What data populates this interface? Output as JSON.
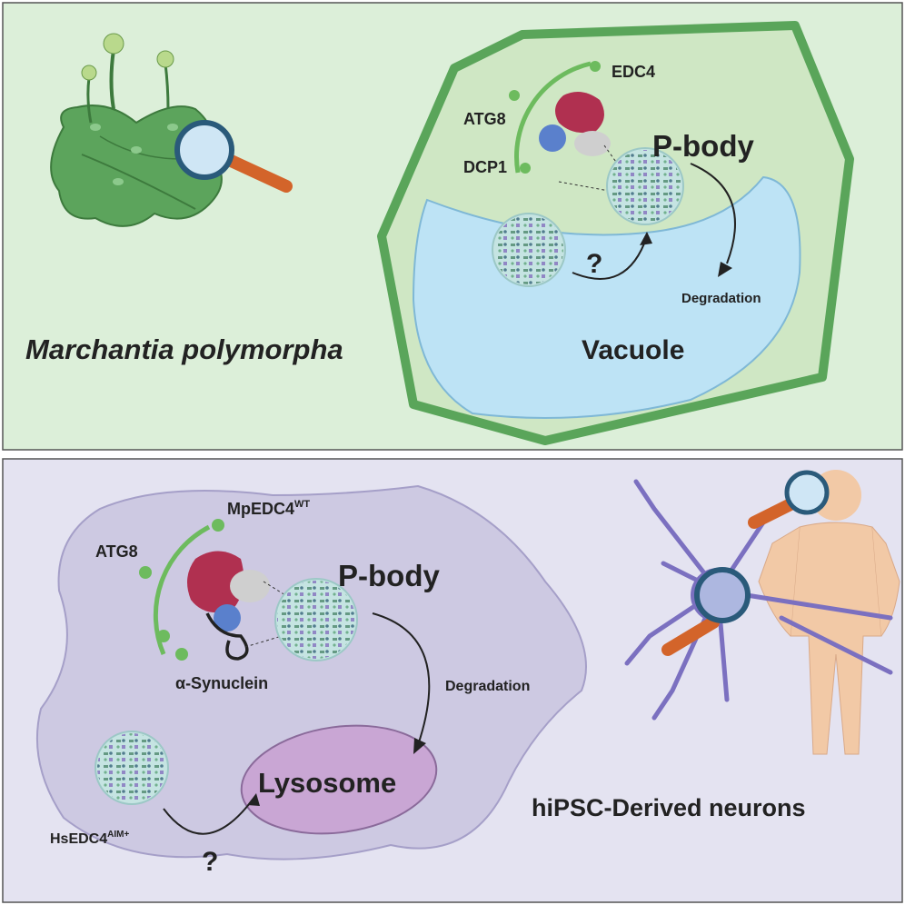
{
  "top_panel": {
    "organism_label": "Marchantia polymorpha",
    "labels": {
      "edc4": "EDC4",
      "atg8": "ATG8",
      "dcp1": "DCP1",
      "pbody": "P-body",
      "question": "?",
      "degradation": "Degradation",
      "vacuole": "Vacuole"
    }
  },
  "bottom_panel": {
    "labels": {
      "mpedc4_base": "MpEDC4",
      "mpedc4_sup": "WT",
      "atg8": "ATG8",
      "pbody": "P-body",
      "synuclein": "α-Synuclein",
      "degradation": "Degradation",
      "lysosome": "Lysosome",
      "hsedc4_base": "HsEDC4",
      "hsedc4_sup": "AIM+",
      "question": "?"
    },
    "cell_label": "hiPSC-Derived neurons"
  },
  "colors": {
    "top_bg": "#dcefd9",
    "bottom_bg": "#e4e3f1",
    "plant_cell_wall": "#5aa55a",
    "vacuole": "#bde3f5",
    "cytoplasm": "#cfe7c4",
    "neuron_body": "#cdc9e2",
    "lysosome": "#c9a6d4",
    "atg8_green": "#6dbb5e",
    "edc4_red": "#b03050",
    "dcp1_blue": "#5a80cc",
    "pbody_fill": "#c5e4e2",
    "neuron_purple": "#7b70c0",
    "skin": "#f2c9a6",
    "magnifier_handle": "#d3642a"
  },
  "icons": [
    "magnifier-icon",
    "plant-thallus-icon",
    "neuron-icon",
    "human-body-icon"
  ]
}
